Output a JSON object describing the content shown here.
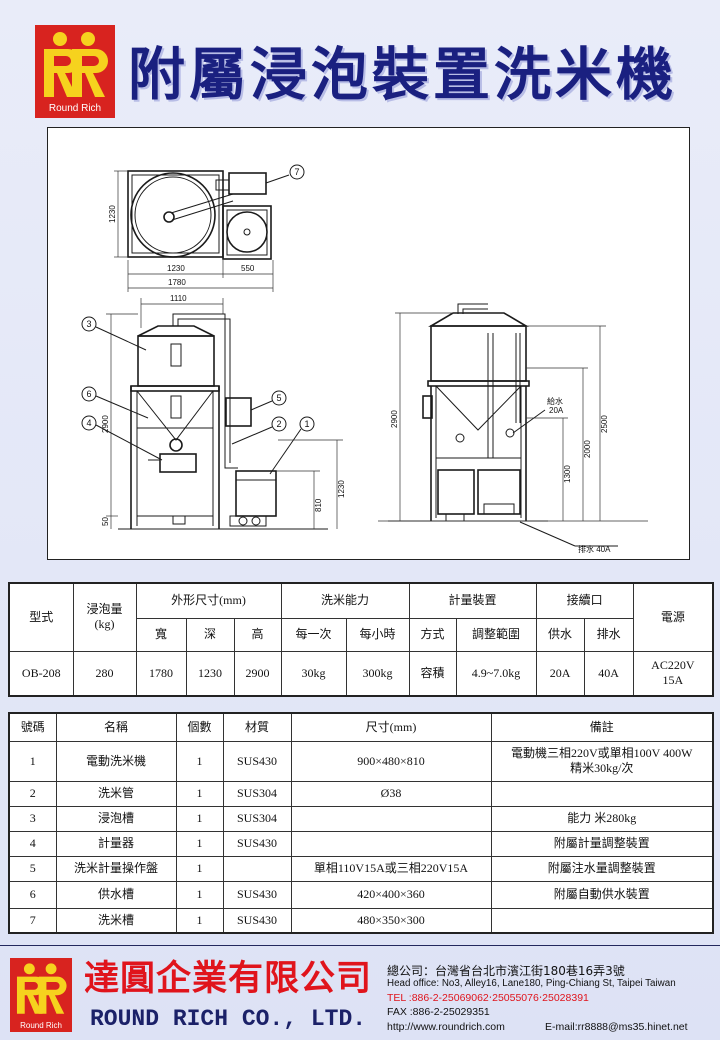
{
  "logo": {
    "brand_text": "Round Rich"
  },
  "title": "附屬浸泡裝置洗米機",
  "drawing": {
    "callouts": [
      "1",
      "2",
      "3",
      "4",
      "5",
      "6",
      "7"
    ],
    "top_view": {
      "depth": "1230",
      "width_main": "1230",
      "width_side": "550",
      "width_total": "1780"
    },
    "front_view": {
      "width_frame": "1110",
      "height_total": "2900",
      "base_gap": "50",
      "washer_height": "810",
      "washer_top": "1230"
    },
    "side_view": {
      "height_total": "2900",
      "height_2500": "2500",
      "height_2000": "2000",
      "height_1300": "1300",
      "supply_label": "給水",
      "supply_size": "20A",
      "drain": "排水 40A"
    }
  },
  "spec_table": {
    "headers": {
      "model": "型式",
      "soak_capacity": "浸泡量",
      "soak_unit": "(kg)",
      "dimensions": "外形尺寸(mm)",
      "width": "寬",
      "depth": "深",
      "height": "高",
      "wash_capacity": "洗米能力",
      "per_batch": "每一次",
      "per_hour": "每小時",
      "metering": "計量裝置",
      "method": "方式",
      "range": "調整範圍",
      "connections": "接續口",
      "water_supply": "供水",
      "drain": "排水",
      "power": "電源"
    },
    "rows": [
      {
        "model": "OB-208",
        "soak_capacity": "280",
        "width": "1780",
        "depth": "1230",
        "height": "2900",
        "per_batch": "30kg",
        "per_hour": "300kg",
        "method": "容積",
        "range": "4.9~7.0kg",
        "water_supply": "20A",
        "drain": "40A",
        "power_line1": "AC220V",
        "power_line2": "15A"
      }
    ]
  },
  "parts_table": {
    "headers": {
      "no": "號碼",
      "name": "名稱",
      "qty": "個數",
      "material": "材質",
      "size": "尺寸(mm)",
      "remarks": "備註"
    },
    "rows": [
      {
        "no": "1",
        "name": "電動洗米機",
        "qty": "1",
        "material": "SUS430",
        "size": "900×480×810",
        "remarks": [
          "電動機三相220V或單相100V 400W",
          "精米30kg/次"
        ]
      },
      {
        "no": "2",
        "name": "洗米管",
        "qty": "1",
        "material": "SUS304",
        "size": "Ø38",
        "remarks": []
      },
      {
        "no": "3",
        "name": "浸泡槽",
        "qty": "1",
        "material": "SUS304",
        "remarks": [
          "能力 米280kg"
        ]
      },
      {
        "no": "4",
        "name": "計量器",
        "qty": "1",
        "material": "SUS430",
        "remarks": [
          "附屬計量調整裝置"
        ]
      },
      {
        "no": "5",
        "name": "洗米計量操作盤",
        "qty": "1",
        "size": "單相110V15A或三相220V15A",
        "remarks": [
          "附屬注水量調整裝置"
        ]
      },
      {
        "no": "6",
        "name": "供水槽",
        "qty": "1",
        "material": "SUS430",
        "size": "420×400×360",
        "remarks": [
          "附屬自動供水裝置"
        ]
      },
      {
        "no": "7",
        "name": "洗米槽",
        "qty": "1",
        "material": "SUS430",
        "size": "480×350×300",
        "remarks": []
      }
    ]
  },
  "footer": {
    "company_cn": "達圓企業有限公司",
    "company_en": "ROUND RICH CO., LTD.",
    "address_cn": "總公司：台灣省台北市濱江街180巷16弄3號",
    "address_en": "Head office: No3, Alley16, Lane180, Ping-Chiang St, Taipei Taiwan",
    "tel": "TEL :886-2-25069062‧25055076‧25028391",
    "fax": "FAX :886-2-25029351",
    "web": "http://www.roundrich.com",
    "email": "E-mail:rr8888@ms35.hinet.net",
    "brand_text": "Round Rich"
  },
  "colors": {
    "brand_red": "#d8231f",
    "title_navy": "#1a2080",
    "logo_yellow": "#f6d21e"
  }
}
